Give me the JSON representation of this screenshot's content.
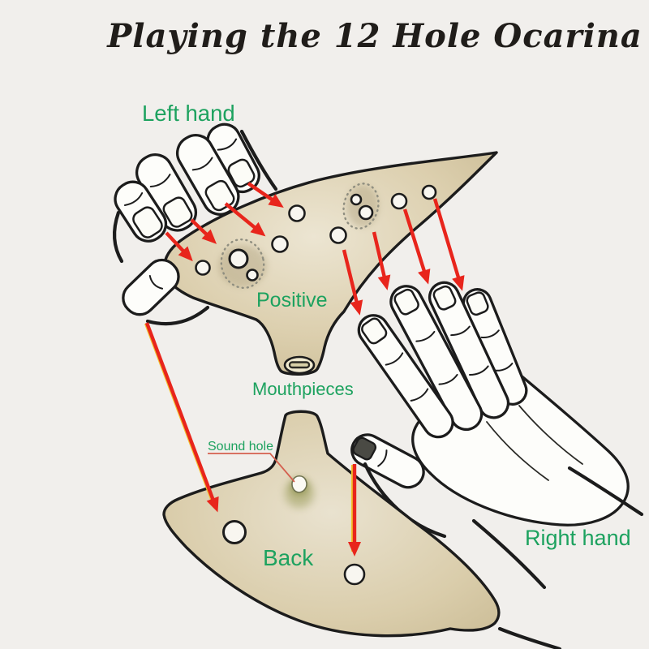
{
  "title": "Playing the 12 Hole Ocarina",
  "labels": {
    "left_hand": "Left hand",
    "positive": "Positive",
    "mouthpieces": "Mouthpieces",
    "sound_hole": "Sound hole",
    "back": "Back",
    "right_hand": "Right hand"
  },
  "diagram": {
    "front_finger_holes": 10,
    "back_finger_holes": 2,
    "sound_holes": 1,
    "fingering_arrows": 10
  },
  "colors": {
    "background": "#f1efec",
    "title_black": "#201d1a",
    "label_green": "#1da25f",
    "arrow_red": "#e8251c",
    "arrow_yellow": "#f2c12e",
    "leader_line": "#d4604f",
    "outline_black": "#1c1c1c",
    "ocarina_tan": "#d7caa8",
    "ocarina_highlight": "#ece5d2",
    "ocarina_shadow": "#c7b890",
    "sound_hole_glow": "#8d9146"
  }
}
